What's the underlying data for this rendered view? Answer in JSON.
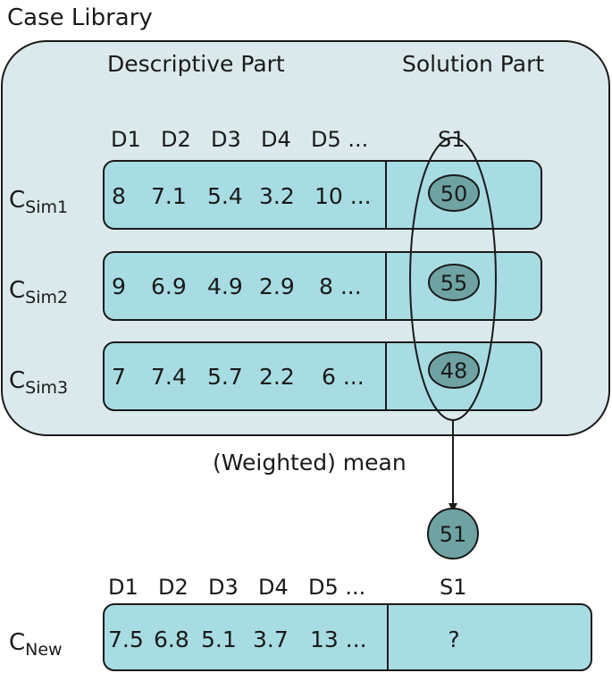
{
  "title": "Case Library",
  "descriptive_part_label": "Descriptive Part",
  "solution_part_label": "Solution Part",
  "column_headers": [
    "D1",
    "D2",
    "D3",
    "D4",
    "D5 ..."
  ],
  "solution_header": "S1",
  "library_cases": [
    {
      "label_main": "C",
      "label_sub": "Sim1",
      "values": [
        "8",
        "7.1",
        "5.4",
        "3.2",
        "10 ..."
      ],
      "solution": "50"
    },
    {
      "label_main": "C",
      "label_sub": "Sim2",
      "values": [
        "9",
        "6.9",
        "4.9",
        "2.9",
        "8 ..."
      ],
      "solution": "55"
    },
    {
      "label_main": "C",
      "label_sub": "Sim3",
      "values": [
        "7",
        "7.4",
        "5.7",
        "2.2",
        "6 ..."
      ],
      "solution": "48"
    }
  ],
  "aggregation_label": "(Weighted) mean",
  "aggregated_solution": "51",
  "new_case": {
    "label_main": "C",
    "label_sub": "New",
    "column_headers": [
      "D1",
      "D2",
      "D3",
      "D4",
      "D5 ..."
    ],
    "solution_header": "S1",
    "values": [
      "7.5",
      "6.8",
      "5.1",
      "3.7",
      "13 ..."
    ],
    "solution": "?"
  },
  "colors": {
    "library_fill": "#dbe9ec",
    "row_fill": "#a8dce3",
    "solution_circle_fill": "#6fa3a3",
    "stroke": "#1a1a1a"
  }
}
